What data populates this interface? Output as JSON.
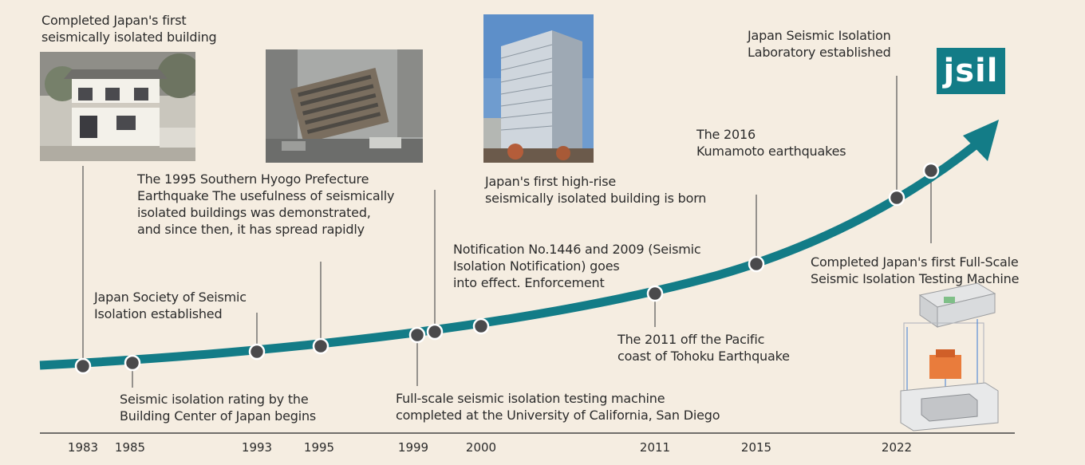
{
  "colors": {
    "background": "#f5ede1",
    "curve": "#137c87",
    "dot": "#4a4a4c",
    "leader_line": "#555555",
    "logo": "#137c87"
  },
  "logo": {
    "text": "jsil"
  },
  "years": [
    "1983",
    "1985",
    "1993",
    "1995",
    "1999",
    "2000",
    "2011",
    "2015",
    "2022"
  ],
  "events": {
    "e1983": "Completed Japan's first\nseismically isolated building",
    "e1985": "Seismic isolation rating by the\nBuilding Center of Japan begins",
    "e1993": "Japan Society of Seismic\nIsolation established",
    "e1995": "The 1995 Southern Hyogo Prefecture\nEarthquake The usefulness of seismically\nisolated buildings was demonstrated,\nand since then, it has spread rapidly",
    "e1999": "Full-scale seismic isolation testing machine\ncompleted at the University of California, San Diego",
    "e2000a": "Japan's first high-rise\nseismically isolated building is born",
    "e2000b": "Notification No.1446 and 2009 (Seismic\nIsolation Notification) goes\ninto effect. Enforcement",
    "e2011": "The 2011 off the Pacific\ncoast of Tohoku Earthquake",
    "e2015": "The 2016\nKumamoto earthquakes",
    "e2022a": "Japan Seismic Isolation\nLaboratory established",
    "e2022b": "Completed Japan's first Full-Scale\nSeismic Isolation Testing Machine"
  },
  "images": {
    "house": "photo-isolated-house",
    "collapsed": "photo-collapsed-building",
    "highrise": "photo-highrise-building",
    "machine": "illustration-testing-machine"
  }
}
